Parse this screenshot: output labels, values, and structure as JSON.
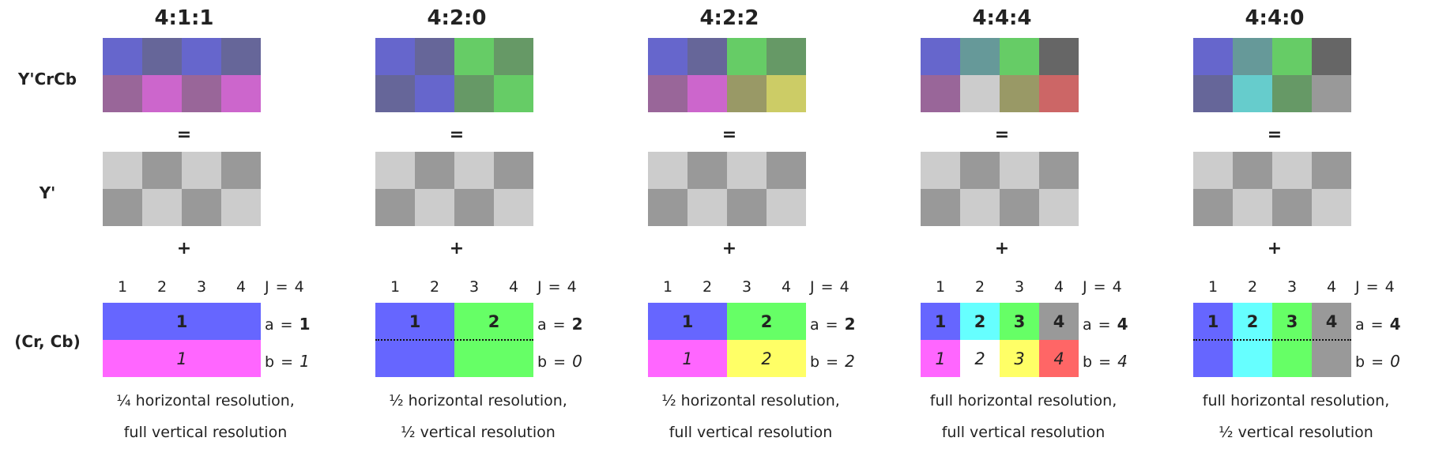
{
  "row_labels": {
    "ycrcb": "Y'CrCb",
    "y": "Y'",
    "crcb": "(Cr, Cb)"
  },
  "symbols": {
    "equals": "=",
    "plus": "+"
  },
  "blocks": [
    {
      "title": "4:1:1",
      "ycrcb": [
        "#6666cc",
        "#666699",
        "#6666cc",
        "#666699",
        "#996699",
        "#cc66cc",
        "#996699",
        "#cc66cc"
      ],
      "luma": [
        "#cccccc",
        "#999999",
        "#cccccc",
        "#999999",
        "#999999",
        "#cccccc",
        "#999999",
        "#cccccc"
      ],
      "j_numbers": [
        "1",
        "2",
        "3",
        "4"
      ],
      "j_label": "J = 4",
      "chroma_cells": [
        {
          "text": "1",
          "color": "#6666ff",
          "col": 0,
          "span": 4,
          "row": 0,
          "style": "bold"
        },
        {
          "text": "1",
          "color": "#ff66ff",
          "col": 0,
          "span": 4,
          "row": 1,
          "style": "ital"
        }
      ],
      "dotted": false,
      "a_prefix": "a = ",
      "a_value": "1",
      "b_prefix": "b = ",
      "b_value": "1",
      "caption_1": "¼ horizontal resolution,",
      "caption_2": "full vertical resolution"
    },
    {
      "title": "4:2:0",
      "ycrcb": [
        "#6666cc",
        "#666699",
        "#66cc66",
        "#669966",
        "#666699",
        "#6666cc",
        "#669966",
        "#66cc66"
      ],
      "luma": [
        "#cccccc",
        "#999999",
        "#cccccc",
        "#999999",
        "#999999",
        "#cccccc",
        "#999999",
        "#cccccc"
      ],
      "j_numbers": [
        "1",
        "2",
        "3",
        "4"
      ],
      "j_label": "J = 4",
      "chroma_cells": [
        {
          "text": "1",
          "color": "#6666ff",
          "col": 0,
          "span": 2,
          "row": 0,
          "style": "bold"
        },
        {
          "text": "2",
          "color": "#66ff66",
          "col": 2,
          "span": 2,
          "row": 0,
          "style": "bold"
        },
        {
          "text": "",
          "color": "#6666ff",
          "col": 0,
          "span": 2,
          "row": 1,
          "style": "ital"
        },
        {
          "text": "",
          "color": "#66ff66",
          "col": 2,
          "span": 2,
          "row": 1,
          "style": "ital"
        }
      ],
      "dotted": true,
      "a_prefix": "a = ",
      "a_value": "2",
      "b_prefix": "b = ",
      "b_value": "0",
      "caption_1": "½ horizontal resolution,",
      "caption_2": "½ vertical resolution"
    },
    {
      "title": "4:2:2",
      "ycrcb": [
        "#6666cc",
        "#666699",
        "#66cc66",
        "#669966",
        "#996699",
        "#cc66cc",
        "#999966",
        "#cccc66"
      ],
      "luma": [
        "#cccccc",
        "#999999",
        "#cccccc",
        "#999999",
        "#999999",
        "#cccccc",
        "#999999",
        "#cccccc"
      ],
      "j_numbers": [
        "1",
        "2",
        "3",
        "4"
      ],
      "j_label": "J = 4",
      "chroma_cells": [
        {
          "text": "1",
          "color": "#6666ff",
          "col": 0,
          "span": 2,
          "row": 0,
          "style": "bold"
        },
        {
          "text": "2",
          "color": "#66ff66",
          "col": 2,
          "span": 2,
          "row": 0,
          "style": "bold"
        },
        {
          "text": "1",
          "color": "#ff66ff",
          "col": 0,
          "span": 2,
          "row": 1,
          "style": "ital"
        },
        {
          "text": "2",
          "color": "#ffff66",
          "col": 2,
          "span": 2,
          "row": 1,
          "style": "ital"
        }
      ],
      "dotted": false,
      "a_prefix": "a = ",
      "a_value": "2",
      "b_prefix": "b = ",
      "b_value": "2",
      "caption_1": "½ horizontal resolution,",
      "caption_2": "full vertical resolution"
    },
    {
      "title": "4:4:4",
      "ycrcb": [
        "#6666cc",
        "#669999",
        "#66cc66",
        "#666666",
        "#996699",
        "#cccccc",
        "#999966",
        "#cc6666"
      ],
      "luma": [
        "#cccccc",
        "#999999",
        "#cccccc",
        "#999999",
        "#999999",
        "#cccccc",
        "#999999",
        "#cccccc"
      ],
      "j_numbers": [
        "1",
        "2",
        "3",
        "4"
      ],
      "j_label": "J = 4",
      "chroma_cells": [
        {
          "text": "1",
          "color": "#6666ff",
          "col": 0,
          "span": 1,
          "row": 0,
          "style": "bold"
        },
        {
          "text": "2",
          "color": "#66ffff",
          "col": 1,
          "span": 1,
          "row": 0,
          "style": "bold"
        },
        {
          "text": "3",
          "color": "#66ff66",
          "col": 2,
          "span": 1,
          "row": 0,
          "style": "bold"
        },
        {
          "text": "4",
          "color": "#999999",
          "col": 3,
          "span": 1,
          "row": 0,
          "style": "bold"
        },
        {
          "text": "1",
          "color": "#ff66ff",
          "col": 0,
          "span": 1,
          "row": 1,
          "style": "ital"
        },
        {
          "text": "2",
          "color": "#ffffff",
          "col": 1,
          "span": 1,
          "row": 1,
          "style": "ital"
        },
        {
          "text": "3",
          "color": "#ffff66",
          "col": 2,
          "span": 1,
          "row": 1,
          "style": "ital"
        },
        {
          "text": "4",
          "color": "#ff6666",
          "col": 3,
          "span": 1,
          "row": 1,
          "style": "ital"
        }
      ],
      "dotted": false,
      "a_prefix": "a = ",
      "a_value": "4",
      "b_prefix": "b = ",
      "b_value": "4",
      "caption_1": "full horizontal resolution,",
      "caption_2": "full vertical resolution"
    },
    {
      "title": "4:4:0",
      "ycrcb": [
        "#6666cc",
        "#669999",
        "#66cc66",
        "#666666",
        "#666699",
        "#66cccc",
        "#669966",
        "#999999"
      ],
      "luma": [
        "#cccccc",
        "#999999",
        "#cccccc",
        "#999999",
        "#999999",
        "#cccccc",
        "#999999",
        "#cccccc"
      ],
      "j_numbers": [
        "1",
        "2",
        "3",
        "4"
      ],
      "j_label": "J = 4",
      "chroma_cells": [
        {
          "text": "1",
          "color": "#6666ff",
          "col": 0,
          "span": 1,
          "row": 0,
          "style": "bold"
        },
        {
          "text": "2",
          "color": "#66ffff",
          "col": 1,
          "span": 1,
          "row": 0,
          "style": "bold"
        },
        {
          "text": "3",
          "color": "#66ff66",
          "col": 2,
          "span": 1,
          "row": 0,
          "style": "bold"
        },
        {
          "text": "4",
          "color": "#999999",
          "col": 3,
          "span": 1,
          "row": 0,
          "style": "bold"
        },
        {
          "text": "",
          "color": "#6666ff",
          "col": 0,
          "span": 1,
          "row": 1,
          "style": "ital"
        },
        {
          "text": "",
          "color": "#66ffff",
          "col": 1,
          "span": 1,
          "row": 1,
          "style": "ital"
        },
        {
          "text": "",
          "color": "#66ff66",
          "col": 2,
          "span": 1,
          "row": 1,
          "style": "ital"
        },
        {
          "text": "",
          "color": "#999999",
          "col": 3,
          "span": 1,
          "row": 1,
          "style": "ital"
        }
      ],
      "dotted": true,
      "a_prefix": "a = ",
      "a_value": "4",
      "b_prefix": "b = ",
      "b_value": "0",
      "caption_1": "full horizontal resolution,",
      "caption_2": "½ vertical resolution"
    }
  ]
}
